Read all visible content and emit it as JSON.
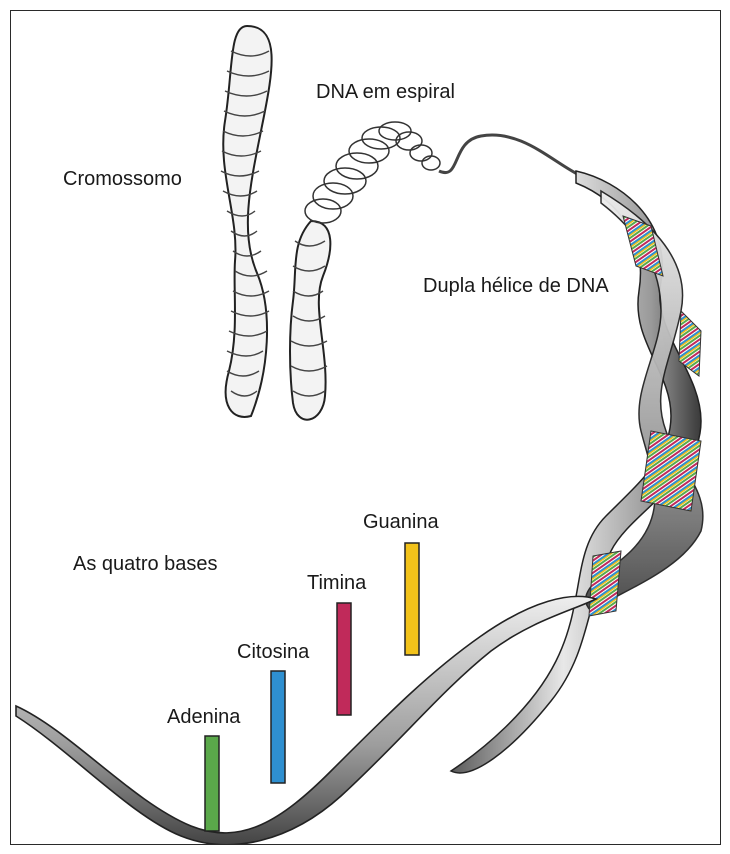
{
  "labels": {
    "cromossomo": "Cromossomo",
    "dna_espiral": "DNA em espiral",
    "dupla_helice": "Dupla hélice de DNA",
    "quatro_bases": "As quatro bases",
    "adenina": "Adenina",
    "citosina": "Citosina",
    "timina": "Timina",
    "guanina": "Guanina"
  },
  "colors": {
    "adenina": "#5aa84a",
    "citosina": "#2e8fd0",
    "timina": "#c02a5a",
    "guanina": "#f2c21a"
  }
}
